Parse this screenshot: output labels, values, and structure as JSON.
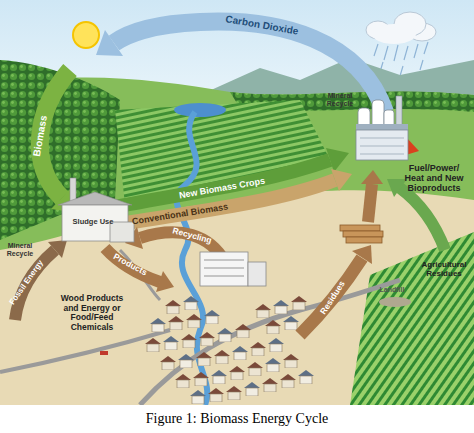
{
  "diagram": {
    "caption": "Figure 1: Biomass Energy Cycle",
    "labels": [
      "Carbon Dioxide",
      "Mineral Recycle",
      "Biomass",
      "Fuel/Power/ Heat and New Bioproducts",
      "New Biomass Crops",
      "Conventional Biomass",
      "Sludge Use",
      "Recycling",
      "Agricultural Residues",
      "Mineral Recycle",
      "Products",
      "Residues",
      "Fossil Energy",
      "Landfill",
      "Wood Products and Energy or Food/Feed Chemicals"
    ]
  }
}
